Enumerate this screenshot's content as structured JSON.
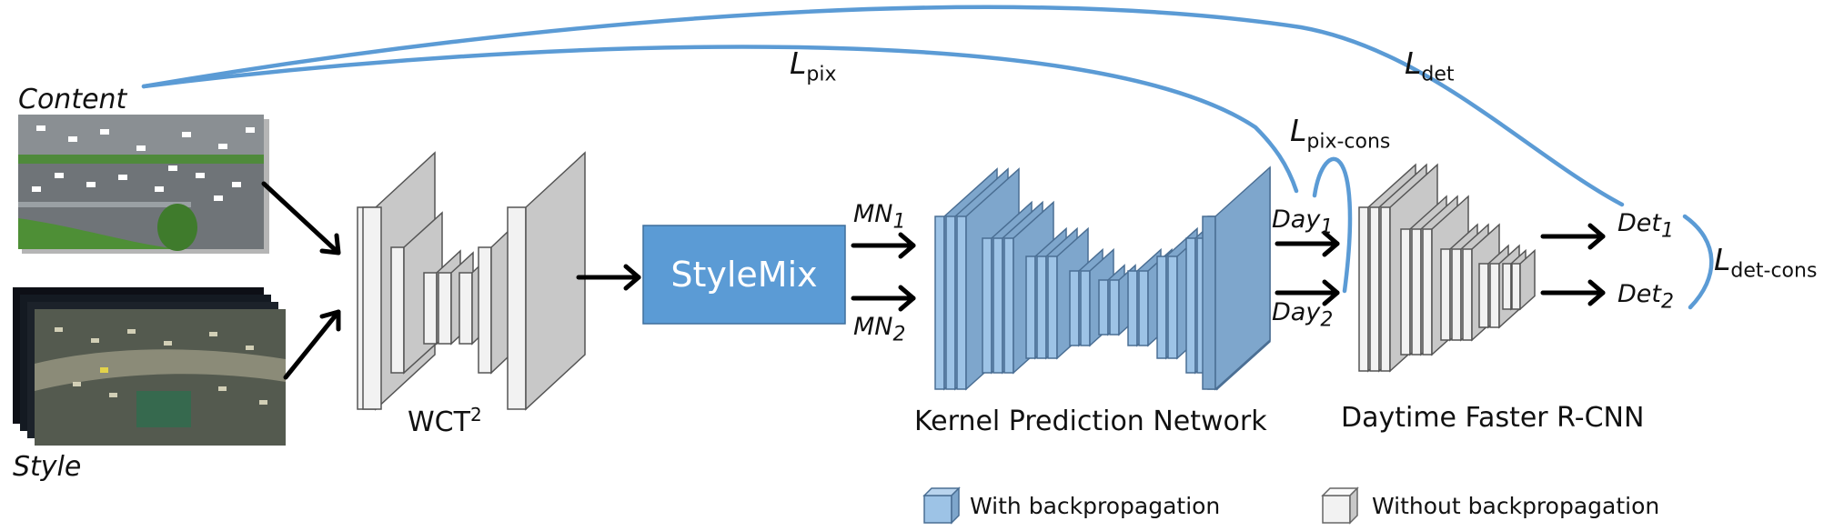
{
  "inputs": {
    "content_label": "Content",
    "style_label": "Style"
  },
  "modules": {
    "wct": {
      "label": "WCT",
      "sup": "2"
    },
    "stylemix": {
      "label": "StyleMix"
    },
    "kpn": {
      "label": "Kernel Prediction Network"
    },
    "detector": {
      "label": "Daytime Faster R-CNN"
    }
  },
  "signals": {
    "mn1": {
      "base": "MN",
      "sub": "1"
    },
    "mn2": {
      "base": "MN",
      "sub": "2"
    },
    "day1": {
      "base": "Day",
      "sub": "1"
    },
    "day2": {
      "base": "Day",
      "sub": "2"
    },
    "det1": {
      "base": "Det",
      "sub": "1"
    },
    "det2": {
      "base": "Det",
      "sub": "2"
    }
  },
  "losses": {
    "pix": {
      "base": "L",
      "sub": "pix"
    },
    "det": {
      "base": "L",
      "sub": "det"
    },
    "pix_cons": {
      "base": "L",
      "sub": "pix-cons"
    },
    "det_cons": {
      "base": "L",
      "sub": "det-cons"
    }
  },
  "legend": {
    "with": "With backpropagation",
    "without": "Without backpropagation"
  },
  "colors": {
    "loss_curve": "#5b9bd5",
    "stylemix_fill": "#5b9bd5",
    "trainable_face": "#9dc3e6",
    "trainable_side": "#7ea6cc",
    "frozen_face": "#f2f2f2",
    "frozen_side": "#c8c8c8",
    "arrow": "#000000"
  }
}
